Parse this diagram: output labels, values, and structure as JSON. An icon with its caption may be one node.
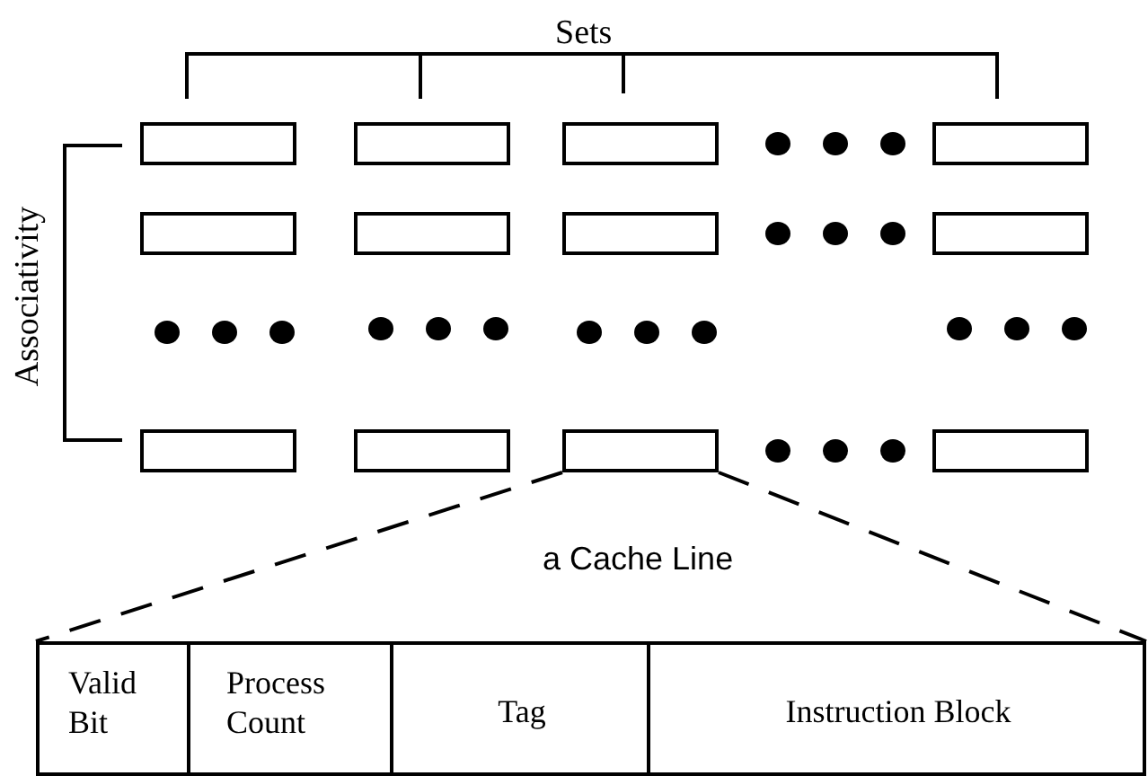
{
  "diagram": {
    "nodes": [
      {
        "text": [],
        "shape": "box"
      },
      {
        "text": [],
        "shape": "box"
      },
      {
        "text": [],
        "shape": "box"
      },
      {
        "text": [],
        "shape": "box"
      },
      {
        "text": [],
        "shape": "box"
      },
      {
        "text": [],
        "shape": "box"
      },
      {
        "text": [],
        "shape": "box"
      },
      {
        "text": [],
        "shape": "box"
      },
      {
        "text": [],
        "shape": "box"
      },
      {
        "text": [],
        "shape": "box"
      },
      {
        "text": [],
        "shape": "box"
      },
      {
        "text": [],
        "shape": "box"
      },
      {
        "text": [],
        "shape": "box"
      },
      {
        "text": [
          "Valid Bit"
        ],
        "in": 12
      },
      {
        "text": [
          "Process Count"
        ],
        "in": 12
      },
      {
        "text": [
          "Tag"
        ],
        "in": 12
      },
      {
        "text": [
          "Instruction Block"
        ],
        "in": 12
      }
    ],
    "edges": [
      {
        "from": 10,
        "to": 12,
        "arrow": "none",
        "style": "dashed"
      },
      {
        "from": 10,
        "to": 12,
        "arrow": "none",
        "style": "dashed"
      }
    ],
    "labels": [
      "Sets",
      "Associativity",
      "a Cache Line"
    ]
  }
}
